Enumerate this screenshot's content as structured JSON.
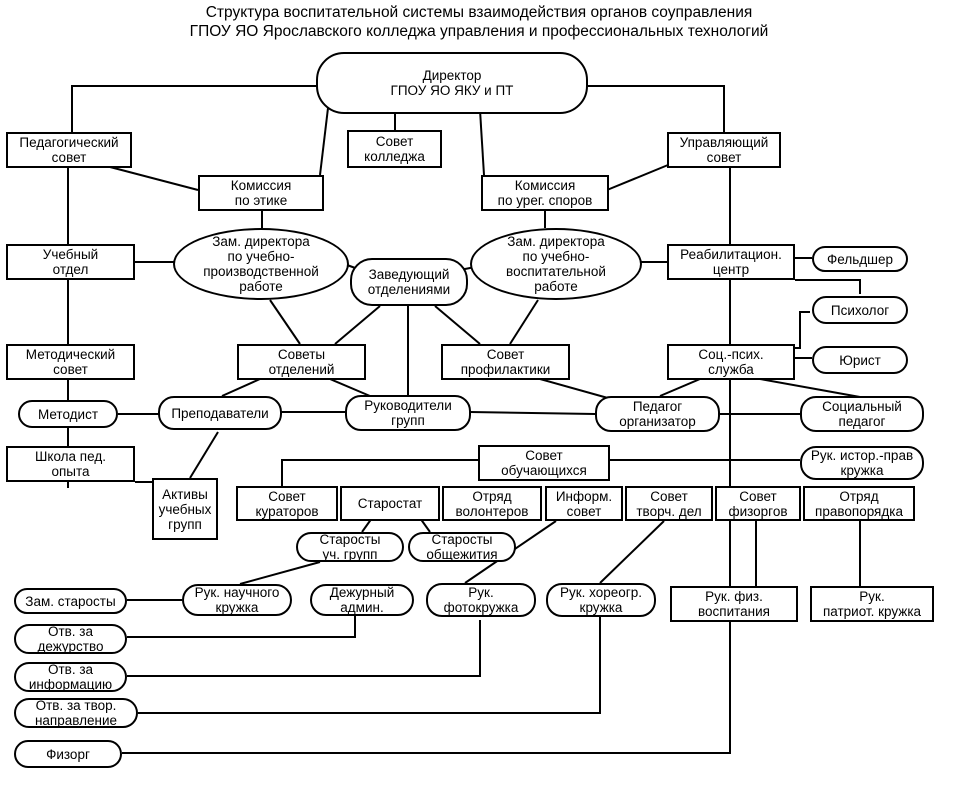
{
  "title": {
    "line1": "Структура воспитательной системы взаимодействия органов соуправления",
    "line2": "ГПОУ ЯО Ярославского колледжа управления и профессиональных технологий"
  },
  "nodes": {
    "director": "Директор\nГПОУ  ЯО ЯКУ и ПТ",
    "ped_council": "Педагогический\nсовет",
    "college_council": "Совет\nколледжа",
    "board": "Управляющий\nсовет",
    "ethics": "Комиссия\nпо этике",
    "disputes": "Комиссия\nпо урег. споров",
    "study_dept": "Учебный\nотдел",
    "deputy_prod": "Зам. директора\nпо учебно-\nпроизводственной\nработе",
    "head_depts": "Заведующий\nотделениями",
    "deputy_edu": "Зам.  директора\nпо учебно-\nвоспитательной\nработе",
    "rehab": "Реабилитацион.\nцентр",
    "medic": "Фельдшер",
    "psych": "Психолог",
    "lawyer": "Юрист",
    "method_council": "Методический\nсовет",
    "dept_councils": "Советы\nотделений",
    "prevention": "Совет\nпрофилактики",
    "soc_service": "Соц.-псих.\nслужба",
    "methodist": "Методист",
    "teachers": "Преподаватели",
    "group_leaders": "Руководители\nгрупп",
    "organizer": "Педагог\nорганизатор",
    "soc_teacher": "Социальный\nпедагог",
    "school": "Школа пед.\nопыта",
    "students_council": "Совет\nобучающихся",
    "history_club": "Рук. истор.-прав\nкружка",
    "activists": "Активы\nучебных\nгрупп",
    "curators": "Совет\nкураторов",
    "starostat": "Старостат",
    "volunteers": "Отряд\nволонтеров",
    "info_council": "Информ.\nсовет",
    "creative_council": "Совет\nтворч. дел",
    "sports_council": "Совет\nфизоргов",
    "law_squad": "Отряд\nправопорядка",
    "group_heads": "Старосты\nуч. групп",
    "dorm_heads": "Старосты\nобщежития",
    "deputy_heads": "Зам. старосты",
    "science_club": "Рук. научного\nкружка",
    "duty_admin": "Дежурный\nадмин.",
    "photo_club": "Рук.\nфотокружка",
    "dance_club": "Рук. хореогр.\nкружка",
    "pe_head": "Рук. физ.\nвоспитания",
    "patriot_club": "Рук.\nпатриот. кружка",
    "resp_duty": "Отв. за\nдежурство",
    "resp_info": "Отв. за\nинформацию",
    "resp_creative": "Отв. за твор.\nнаправление",
    "phys_org": "Физорг"
  }
}
